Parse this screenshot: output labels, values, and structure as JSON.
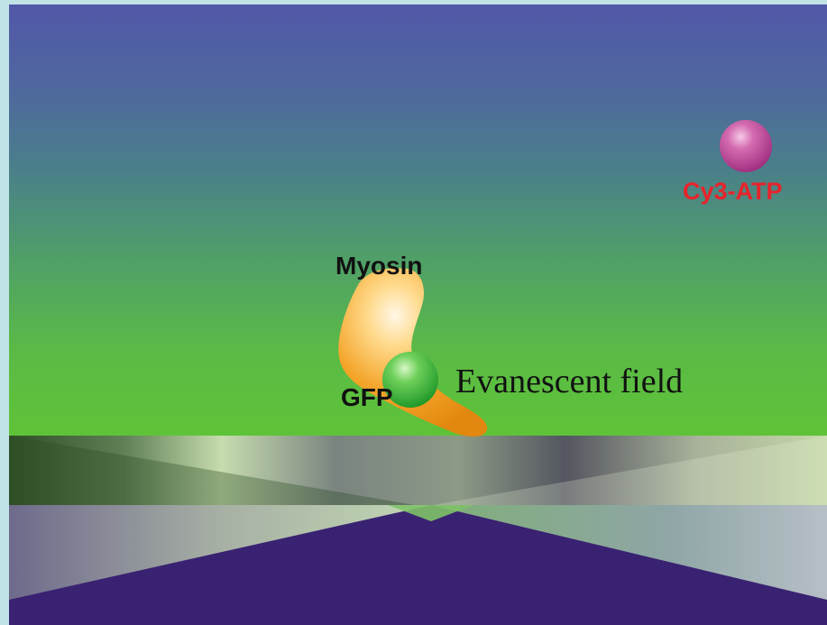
{
  "labels": {
    "myosin": "Myosin",
    "gfp": "GFP",
    "evanescent": "Evanescent field",
    "cy3_atp": "Cy3-ATP"
  },
  "colors": {
    "sky_top": "#5258a8",
    "field_green": "#5ec338",
    "myosin_orange": "#f2a12a",
    "gfp_green": "#3db53a",
    "cy3_magenta": "#c0449a",
    "cy3_text": "#e8232b",
    "lower_purple": "#3a2272",
    "frame": "#bfe3e6"
  }
}
